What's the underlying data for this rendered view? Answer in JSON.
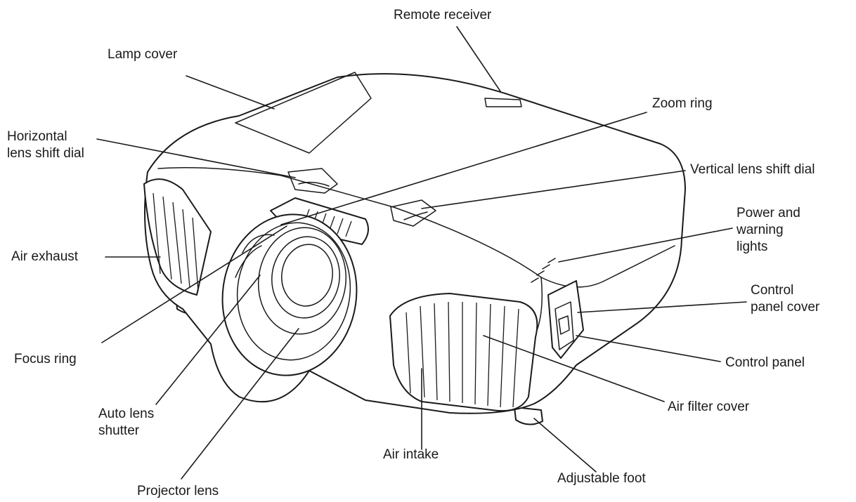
{
  "labels": {
    "remote_receiver": "Remote receiver",
    "lamp_cover": "Lamp cover",
    "zoom_ring": "Zoom ring",
    "horizontal_lens_shift_dial": [
      "Horizontal",
      "lens shift dial"
    ],
    "vertical_lens_shift_dial": "Vertical lens shift dial",
    "power_and_warning_lights": [
      "Power and",
      "warning",
      "lights"
    ],
    "air_exhaust": "Air exhaust",
    "control_panel_cover": [
      "Control",
      "panel cover"
    ],
    "focus_ring": "Focus ring",
    "control_panel": "Control panel",
    "auto_lens_shutter": [
      "Auto lens",
      "shutter"
    ],
    "air_filter_cover": "Air filter cover",
    "air_intake": "Air intake",
    "adjustable_foot": "Adjustable foot",
    "projector_lens": "Projector lens"
  },
  "colors": {
    "ink": "#1a1a1a",
    "background": "#ffffff"
  }
}
